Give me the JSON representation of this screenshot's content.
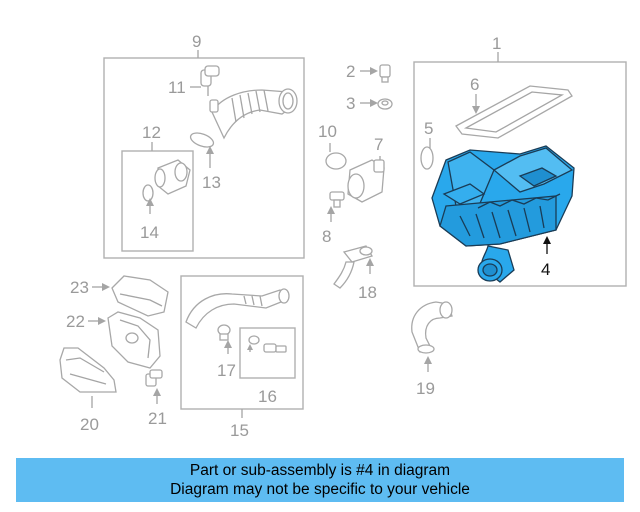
{
  "colors": {
    "highlight": "#29a8ec",
    "caption_bg": "#5ebcf2",
    "line_art": "#a8a8a8"
  },
  "labels": {
    "p1": "1",
    "p2": "2",
    "p3": "3",
    "p4": "4",
    "p5": "5",
    "p6": "6",
    "p7": "7",
    "p8": "8",
    "p9": "9",
    "p10": "10",
    "p11": "11",
    "p12": "12",
    "p13": "13",
    "p14": "14",
    "p15": "15",
    "p16": "16",
    "p17": "17",
    "p18": "18",
    "p19": "19",
    "p20": "20",
    "p21": "21",
    "p22": "22",
    "p23": "23"
  },
  "highlighted_part": "4",
  "caption": {
    "line1": "Part or sub-assembly is #4 in diagram",
    "line2": "Diagram may not be specific to your vehicle"
  }
}
